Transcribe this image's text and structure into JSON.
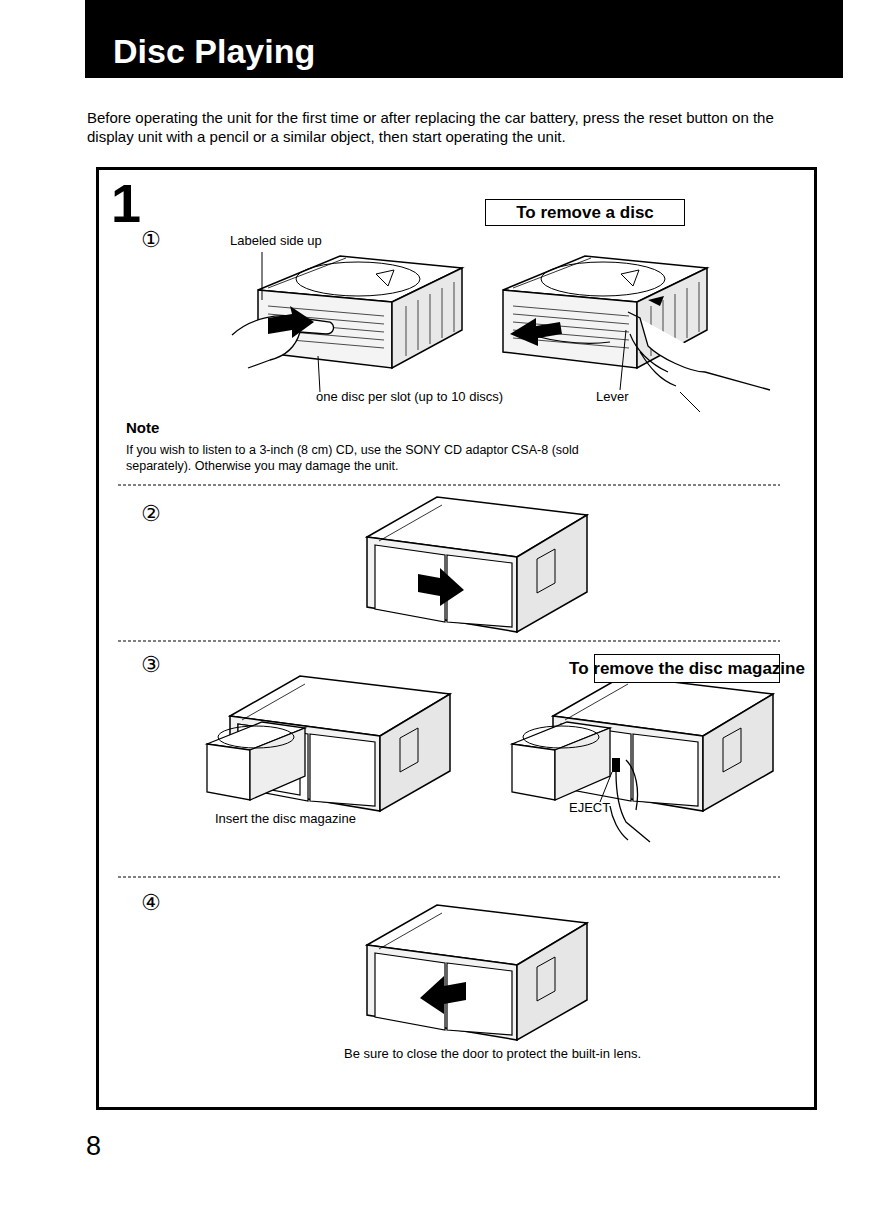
{
  "diagram": {
    "title": "Disc Playing",
    "nodes": [
      {
        "text": [
          "1"
        ]
      },
      {
        "text": [
          "To remove a disc"
        ],
        "in": 0
      },
      {
        "text": [
          "To remove the disc magazine"
        ],
        "in": 0
      }
    ],
    "labels": [
      "Before operating the unit for the first time or after replacing the car battery, press the reset button on the display unit with a pencil or a similar object, then start operating the unit.",
      "①",
      "Labeled side up",
      "one disc per slot (up to 10 discs)",
      "Lever",
      "Note",
      "If you wish to listen to a 3-inch (8 cm) CD, use the SONY CD adaptor CSA-8 (sold separately). Otherwise you may damage the unit.",
      "②",
      "③",
      "Insert the disc magazine",
      "EJECT",
      "④",
      "Be sure to close the door to protect the built-in lens.",
      "8"
    ]
  }
}
